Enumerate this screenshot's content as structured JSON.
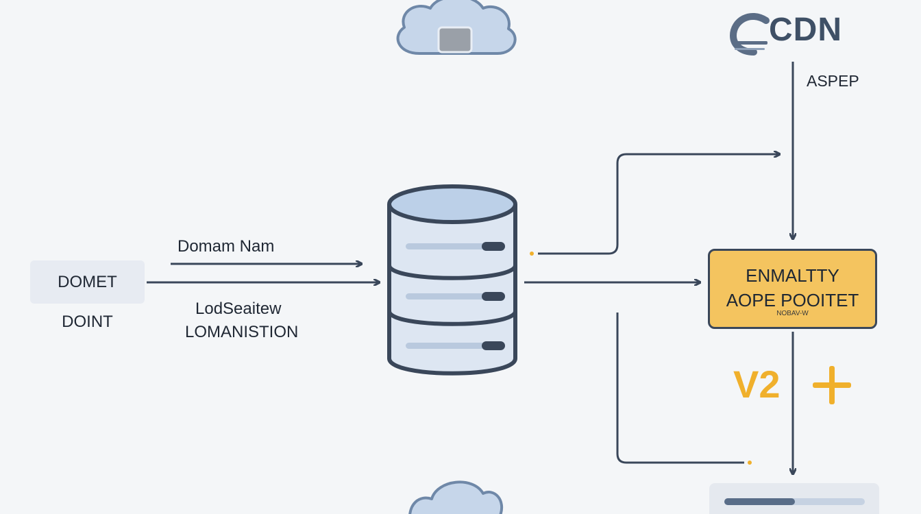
{
  "colors": {
    "line": "#3a475a",
    "cloud_fill": "#c6d6ea",
    "cloud_stroke": "#6f88a8",
    "cylinder_fill": "#dde6f2",
    "cylinder_top": "#bcd0e8",
    "accent": "#f4c45f",
    "accent_strong": "#f0b02c",
    "background": "#f4f6f8"
  },
  "icons": {
    "top_cloud": "cloud-lock-icon",
    "bottom_cloud": "cloud-icon",
    "database": "database-icon",
    "cdn_logo": "cdn-logo-icon",
    "plus": "plus-icon",
    "check": "check-icon"
  },
  "client": {
    "box_label": "DOMET",
    "sub_label": "DOINT"
  },
  "edges": {
    "domain_label": "Domam Nam",
    "lookup_label_1": "LodSeaitew",
    "lookup_label_2": "LOMANISTION",
    "cdn_edge_label": "ASPEP"
  },
  "cdn": {
    "label": "CDN"
  },
  "node": {
    "title": "ENMALTTY",
    "subtitle": "AOPE POOITET",
    "caption": "NOBAV-W"
  },
  "status": {
    "check_glyph": "V2",
    "progress": 0.5
  }
}
